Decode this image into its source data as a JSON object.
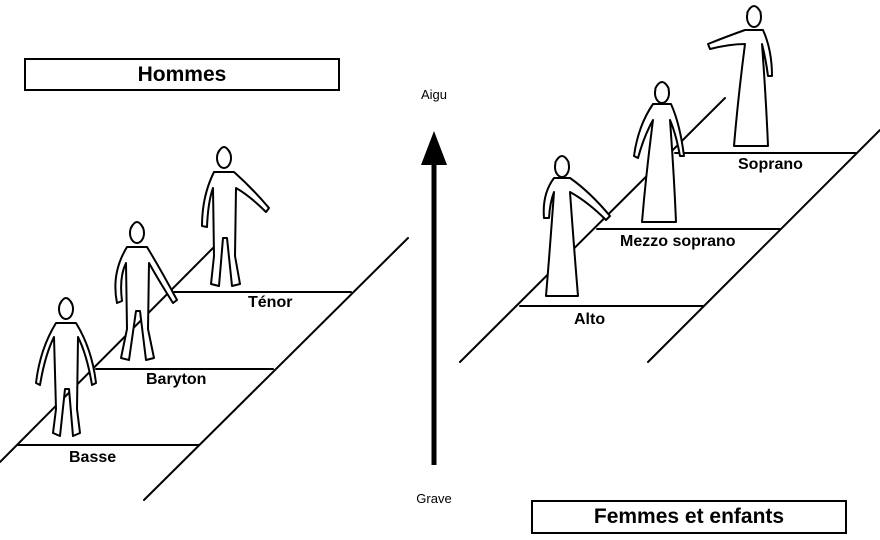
{
  "groups": {
    "men": {
      "title": "Hommes",
      "voices": [
        "Basse",
        "Baryton",
        "Ténor"
      ]
    },
    "women": {
      "title": "Femmes et enfants",
      "voices": [
        "Alto",
        "Mezzo soprano",
        "Soprano"
      ]
    }
  },
  "axis": {
    "top_label": "Aigu",
    "bottom_label": "Grave"
  }
}
